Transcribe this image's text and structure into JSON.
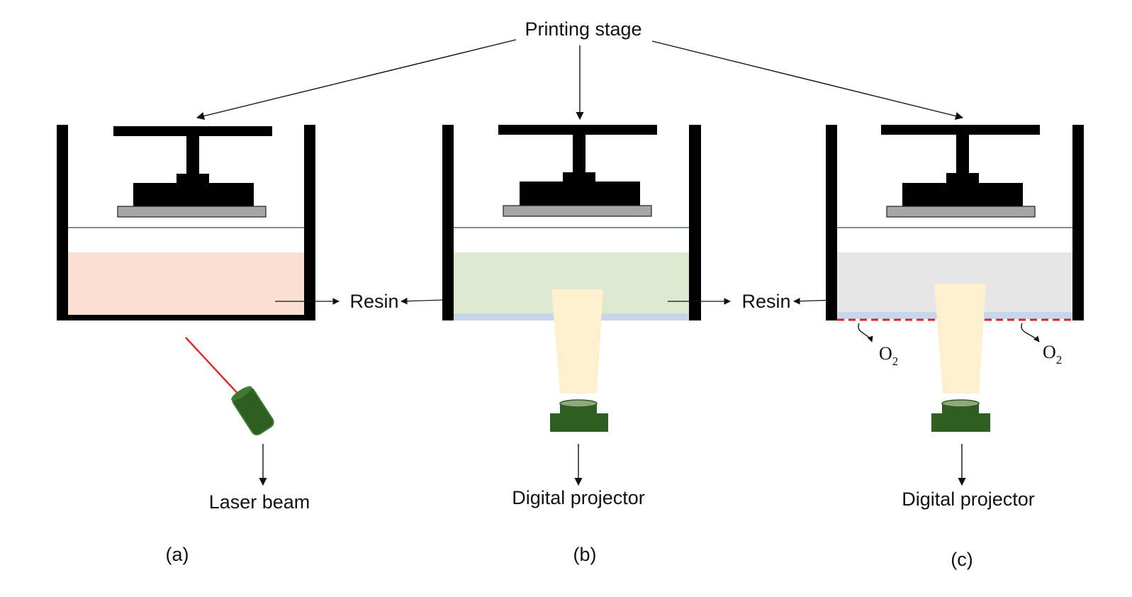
{
  "labels": {
    "printing_stage": "Printing stage",
    "resin_left": "Resin",
    "resin_right": "Resin",
    "laser_beam": "Laser beam",
    "projector_b": "Digital projector",
    "projector_c": "Digital projector",
    "oxygen_symbol": "O",
    "oxygen_subscript": "2",
    "panel_a": "(a)",
    "panel_b": "(b)",
    "panel_c": "(c)"
  },
  "colors": {
    "structure": "#000000",
    "platform": "#a6a6a6",
    "resin_a": "#f9e0d2",
    "resin_b": "#dde9d0",
    "resin_c": "#e6e6e6",
    "window_layer": "#c7d6ea",
    "resin_surface_line": "#4a6b8a",
    "light_cone": "#fdf0cf",
    "device_green": "#2e5e22",
    "device_green_light": "#3f7a30",
    "laser_beam_color": "#e0262b",
    "oxygen_membrane": "#d9262b"
  },
  "icons": {
    "laser_source": "laser-diode-icon",
    "projector": "digital-projector-icon"
  }
}
